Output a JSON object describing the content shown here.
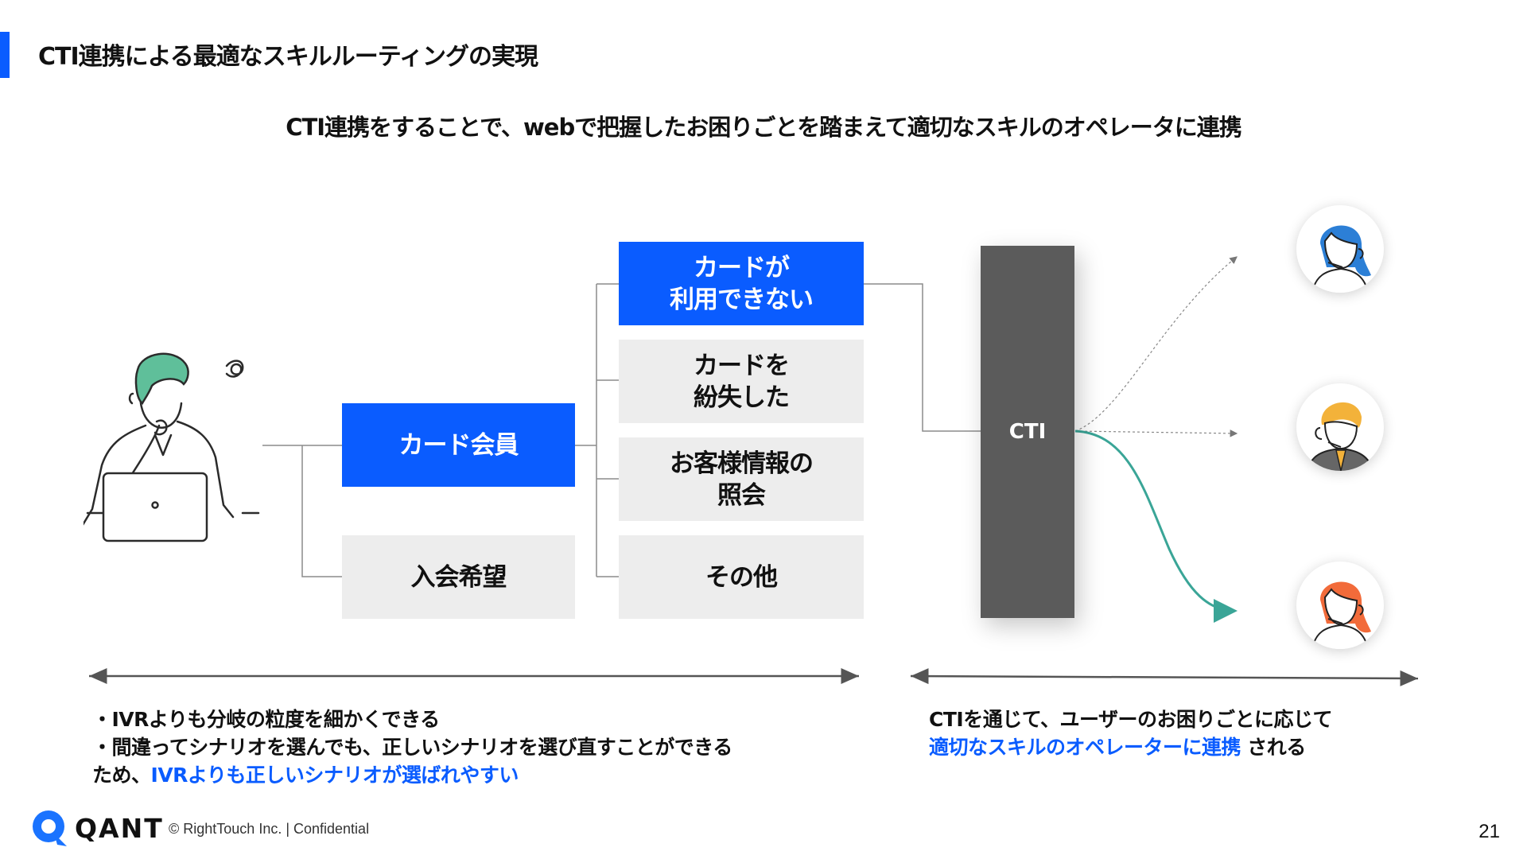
{
  "slide": {
    "title": "CTI連携による最適なスキルルーティングの実現",
    "subtitle": "CTI連携をすることで、webで把握したお困りごとを踏まえて適切なスキルのオペレータに連携",
    "page_number": "21"
  },
  "diagram": {
    "card_member": "カード会員",
    "join_request": "入会希望",
    "card_unusable": "カードが\n利用できない",
    "card_lost": "カードを\n紛失した",
    "customer_info": "お客様情報の\n照会",
    "other": "その他",
    "cti": "CTI"
  },
  "notes": {
    "left_line1": "・IVRよりも分岐の粒度を細かくできる",
    "left_line2": "・間違ってシナリオを選んでも、正しいシナリオを選び直すことができる",
    "left_line3_prefix": "ため、",
    "left_line3_highlight": "IVRよりも正しいシナリオが選ばれやすい",
    "right_line1": "CTIを通じて、ユーザーのお困りごとに応じて",
    "right_line2_highlight": "適切なスキルのオペレーターに連携",
    "right_line2_suffix": "される"
  },
  "footer": {
    "logo": "QANT",
    "copyright": "© RightTouch Inc.  |  Confidential"
  },
  "colors": {
    "accent_blue": "#0a5cff",
    "box_gray": "#ededed",
    "cti_gray": "#5b5b5b",
    "teal_arrow": "#3aa597"
  },
  "icons": {
    "user": "thinking-user-laptop-icon",
    "operators": [
      "operator-blue-icon",
      "operator-yellow-icon",
      "operator-orange-icon"
    ]
  }
}
